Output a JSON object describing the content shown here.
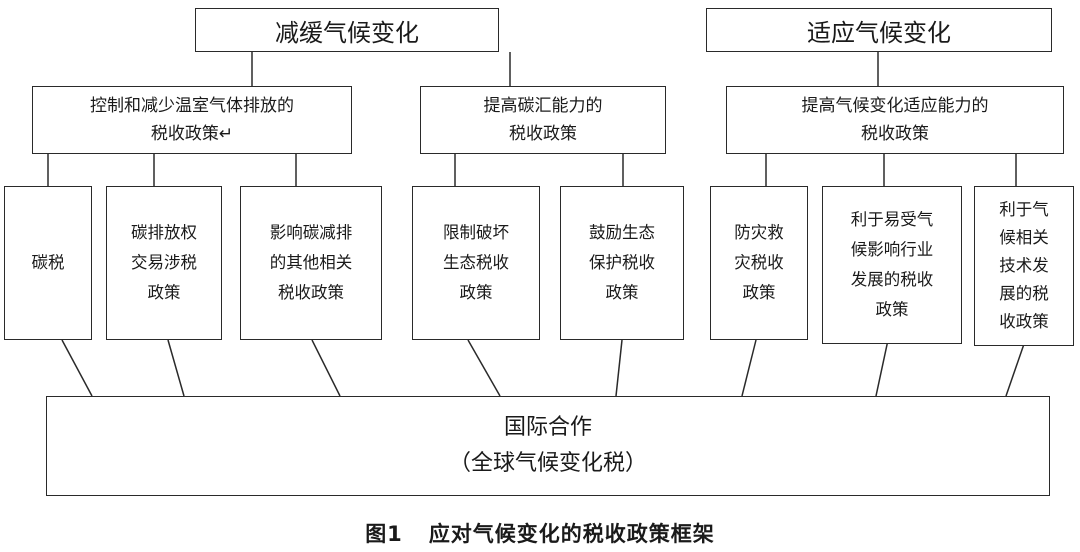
{
  "diagram": {
    "top": {
      "mitigation": "减缓气候变化",
      "adaptation": "适应气候变化"
    },
    "mid": {
      "ghg": "控制和减少温室气体排放的\n税收政策↵",
      "sink": "提高碳汇能力的\n税收政策",
      "adapt": "提高气候变化适应能力的\n税收政策"
    },
    "leaves": {
      "carbon_tax": "碳税",
      "trading": "碳排放权\n交易涉税\n政策",
      "other": "影响碳减排\n的其他相关\n税收政策",
      "restrict": "限制破坏\n生态税收\n政策",
      "encourage": "鼓励生态\n保护税收\n政策",
      "disaster": "防灾救\n灾税收\n政策",
      "industry": "利于易受气\n候影响行业\n发展的税收\n政策",
      "tech": "利于气\n候相关\n技术发\n展的税\n收政策"
    },
    "bottom": "国际合作\n（全球气候变化税）"
  },
  "caption": {
    "figure_no": "图1",
    "title": "应对气候变化的税收政策框架"
  }
}
